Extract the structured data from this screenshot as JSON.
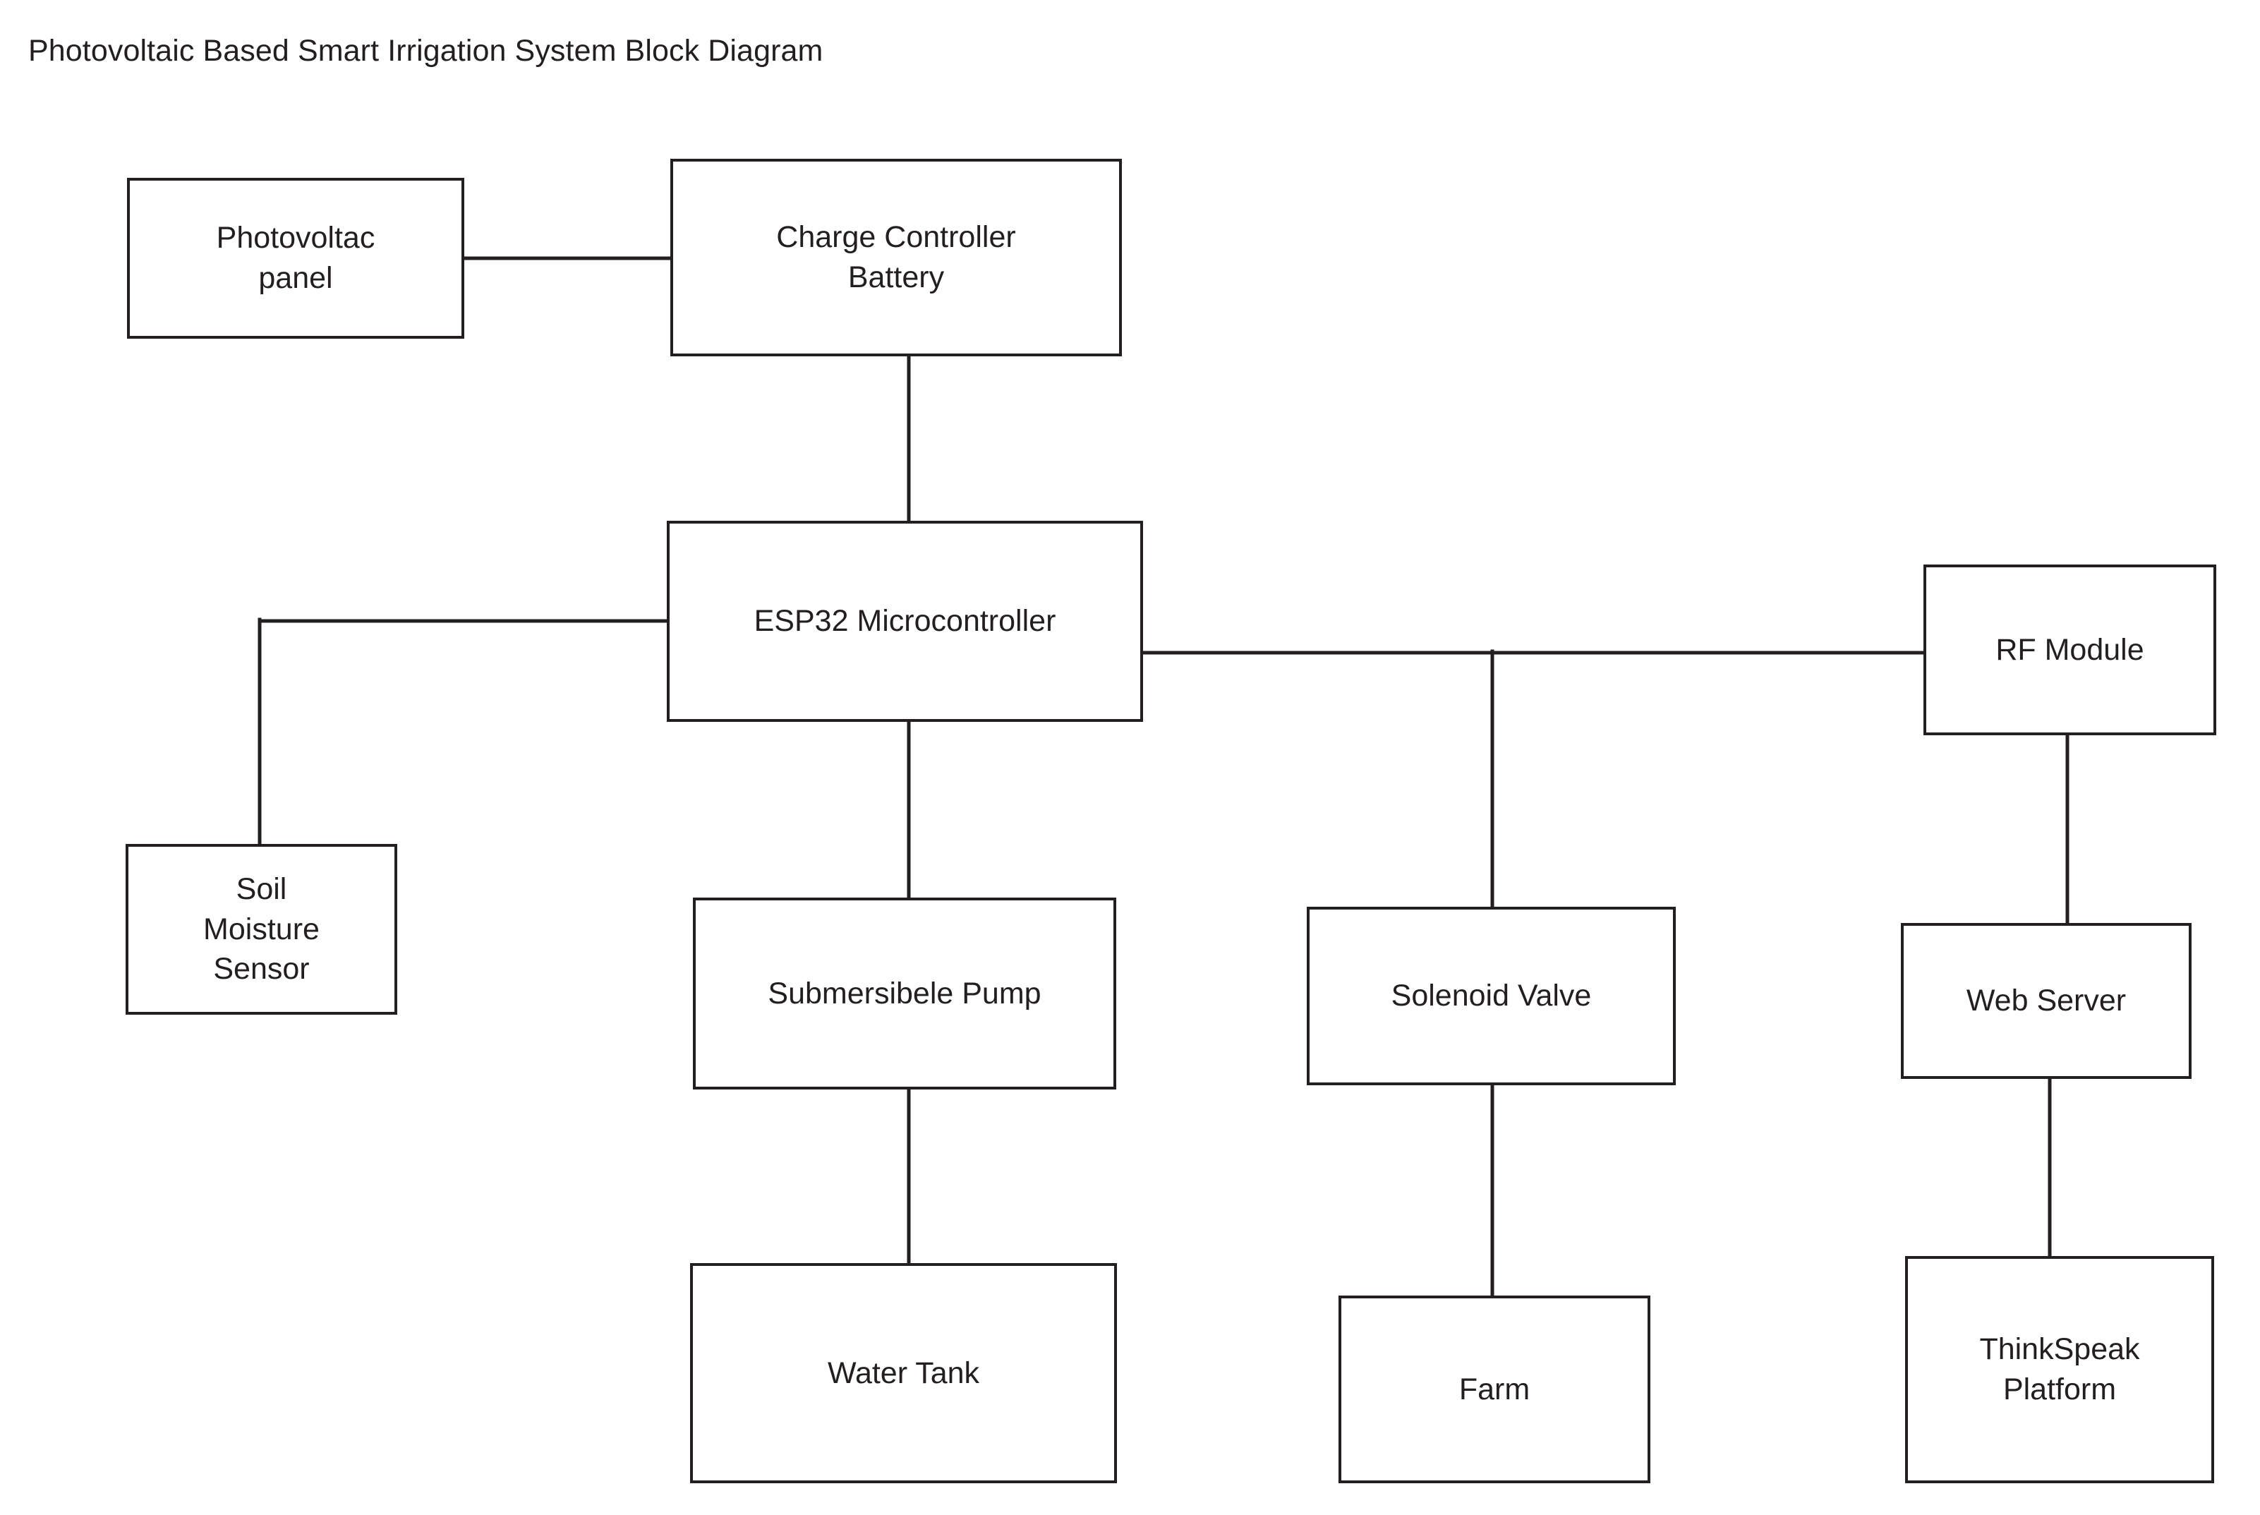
{
  "page": {
    "title": "Photovoltaic Based Smart Irrigation System Block Diagram",
    "background_color": "#ffffff",
    "line_color": "#231f20",
    "text_color": "#231f20"
  },
  "blocks": {
    "pv_panel": {
      "label": "Photovoltac\npanel"
    },
    "charge_controller": {
      "label": "Charge Controller\nBattery"
    },
    "esp32": {
      "label": "ESP32 Microcontroller"
    },
    "soil_sensor": {
      "label": "Soil\nMoisture\nSensor"
    },
    "rf_module": {
      "label": "RF Module"
    },
    "pump": {
      "label": "Submersibele Pump"
    },
    "solenoid_valve": {
      "label": "Solenoid Valve"
    },
    "web_server": {
      "label": "Web Server"
    },
    "water_tank": {
      "label": "Water Tank"
    },
    "farm": {
      "label": "Farm"
    },
    "thinkspeak": {
      "label": "ThinkSpeak\nPlatform"
    }
  },
  "connections": [
    {
      "from": "pv_panel",
      "to": "charge_controller",
      "type": "horizontal"
    },
    {
      "from": "charge_controller",
      "to": "esp32",
      "type": "vertical"
    },
    {
      "from": "esp32",
      "to": "soil_sensor",
      "type": "elbow-left"
    },
    {
      "from": "esp32",
      "to": "pump",
      "type": "vertical"
    },
    {
      "from": "esp32",
      "to": "rf_module",
      "type": "horizontal"
    },
    {
      "from": "esp32_bus",
      "to": "solenoid_valve",
      "type": "vertical-branch"
    },
    {
      "from": "pump",
      "to": "water_tank",
      "type": "vertical"
    },
    {
      "from": "solenoid_valve",
      "to": "farm",
      "type": "vertical"
    },
    {
      "from": "rf_module",
      "to": "web_server",
      "type": "vertical"
    },
    {
      "from": "web_server",
      "to": "thinkspeak",
      "type": "vertical"
    }
  ]
}
